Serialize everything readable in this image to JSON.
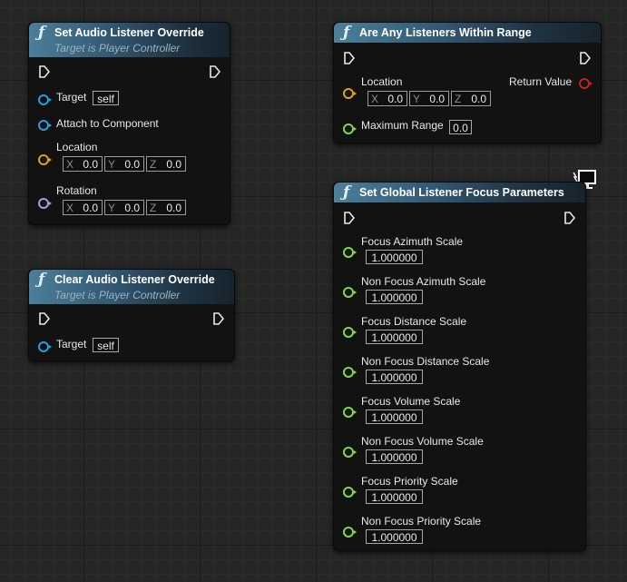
{
  "nodes": {
    "set_override": {
      "title": "Set Audio Listener Override",
      "subtitle": "Target is Player Controller",
      "target_label": "Target",
      "target_value": "self",
      "attach_label": "Attach to Component",
      "location_label": "Location",
      "location": {
        "x_axis": "X",
        "x": "0.0",
        "y_axis": "Y",
        "y": "0.0",
        "z_axis": "Z",
        "z": "0.0"
      },
      "rotation_label": "Rotation",
      "rotation": {
        "x_axis": "X",
        "x": "0.0",
        "y_axis": "Y",
        "y": "0.0",
        "z_axis": "Z",
        "z": "0.0"
      }
    },
    "clear_override": {
      "title": "Clear Audio Listener Override",
      "subtitle": "Target is Player Controller",
      "target_label": "Target",
      "target_value": "self"
    },
    "any_listeners": {
      "title": "Are Any Listeners Within Range",
      "location_label": "Location",
      "location": {
        "x_axis": "X",
        "x": "0.0",
        "y_axis": "Y",
        "y": "0.0",
        "z_axis": "Z",
        "z": "0.0"
      },
      "return_label": "Return Value",
      "max_range_label": "Maximum Range",
      "max_range_value": "0.0"
    },
    "global_focus": {
      "title": "Set Global Listener Focus Parameters",
      "params": [
        {
          "label": "Focus Azimuth Scale",
          "value": "1.000000"
        },
        {
          "label": "Non Focus Azimuth Scale",
          "value": "1.000000"
        },
        {
          "label": "Focus Distance Scale",
          "value": "1.000000"
        },
        {
          "label": "Non Focus Distance Scale",
          "value": "1.000000"
        },
        {
          "label": "Focus Volume Scale",
          "value": "1.000000"
        },
        {
          "label": "Non Focus Volume Scale",
          "value": "1.000000"
        },
        {
          "label": "Focus Priority Scale",
          "value": "1.000000"
        },
        {
          "label": "Non Focus Priority Scale",
          "value": "1.000000"
        }
      ]
    }
  },
  "icons": {
    "function": "ƒ",
    "exec": "exec-pin-icon",
    "monitor": "monitor-icon"
  },
  "colors": {
    "object_pin": "#2b9ce8",
    "vector_pin": "#e3a21a",
    "rotator_pin": "#9e9ef2",
    "float_pin": "#86d94a",
    "bool_pin": "#c62020"
  }
}
